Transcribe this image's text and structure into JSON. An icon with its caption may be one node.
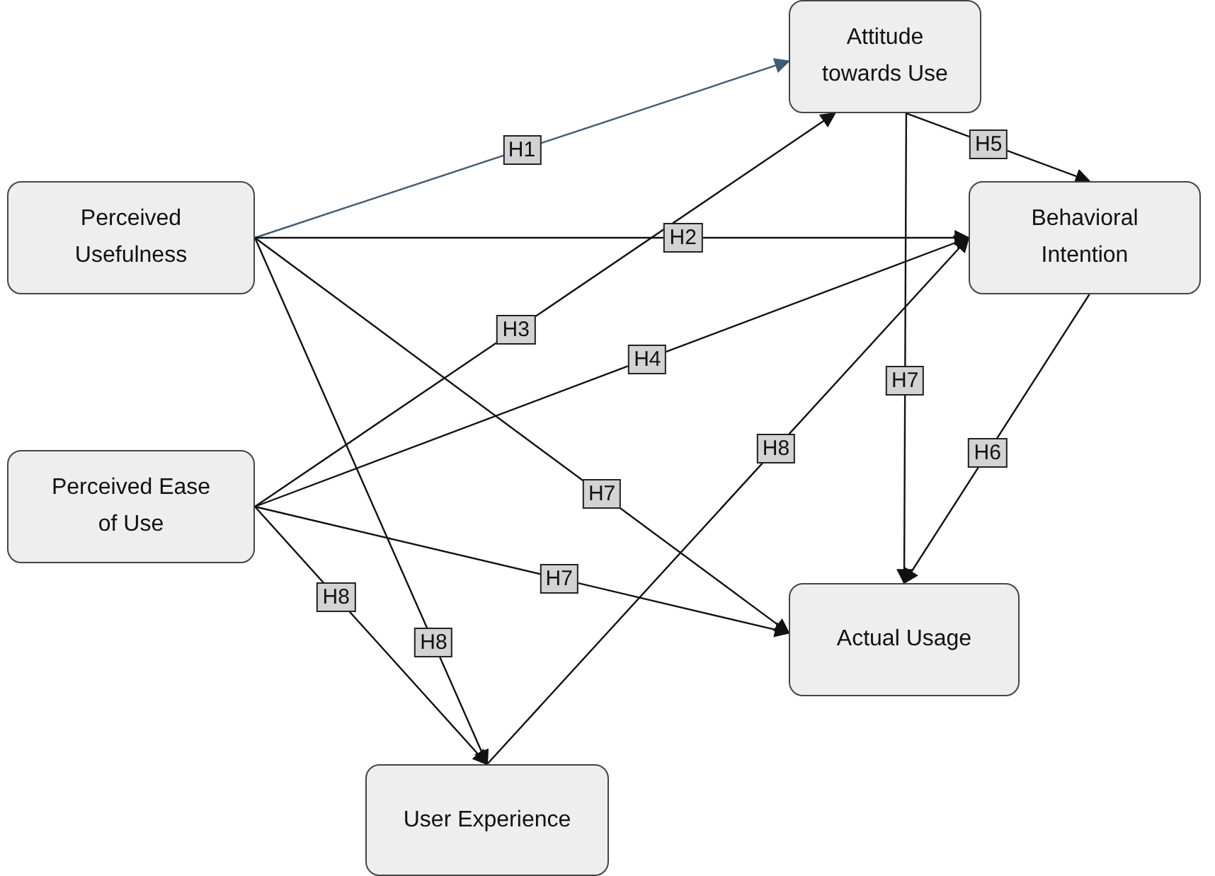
{
  "diagram": {
    "nodes": [
      {
        "text": [
          "Perceived Usefulness"
        ]
      },
      {
        "text": [
          "Perceived Ease of Use"
        ]
      },
      {
        "text": [
          "Attitude towards Use"
        ]
      },
      {
        "text": [
          "Behavioral Intention"
        ]
      },
      {
        "text": [
          "Actual Usage"
        ]
      },
      {
        "text": [
          "User Experience"
        ]
      }
    ],
    "edges": [
      {
        "from": 0,
        "to": 2,
        "arrow": "to",
        "label": "H1",
        "color": "#3e5b75"
      },
      {
        "from": 0,
        "to": 3,
        "arrow": "to",
        "label": "H2"
      },
      {
        "from": 1,
        "to": 2,
        "arrow": "to",
        "label": "H3"
      },
      {
        "from": 1,
        "to": 3,
        "arrow": "to",
        "label": "H4"
      },
      {
        "from": 0,
        "to": 4,
        "arrow": "to",
        "label": "H7"
      },
      {
        "from": 0,
        "to": 5,
        "arrow": "to",
        "label": "H8"
      },
      {
        "from": 1,
        "to": 4,
        "arrow": "to",
        "label": "H7"
      },
      {
        "from": 1,
        "to": 5,
        "arrow": "to",
        "label": "H8"
      },
      {
        "from": 5,
        "to": 3,
        "arrow": "to",
        "label": "H8"
      },
      {
        "from": 2,
        "to": 3,
        "arrow": "to",
        "label": "H5"
      },
      {
        "from": 2,
        "to": 4,
        "arrow": "to",
        "label": "H7"
      },
      {
        "from": 3,
        "to": 4,
        "arrow": "to",
        "label": "H6"
      }
    ]
  }
}
